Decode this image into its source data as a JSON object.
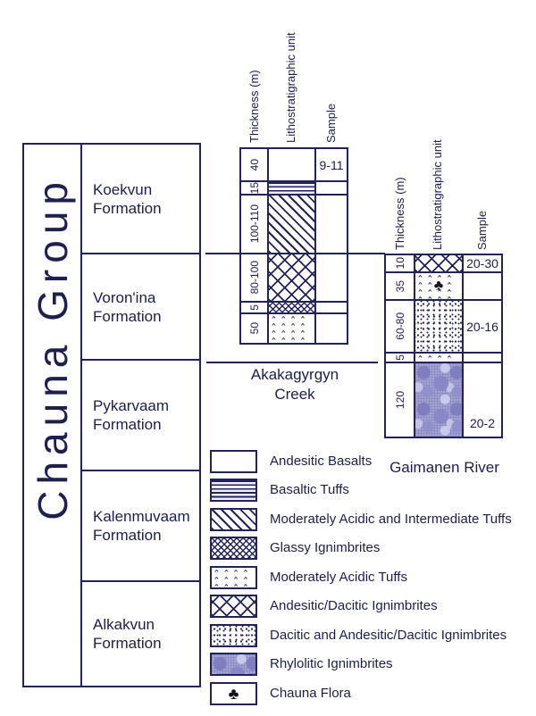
{
  "figure": {
    "group_table": {
      "group_label": "Chauna Group",
      "formations": [
        {
          "name": "Koekvun Formation"
        },
        {
          "name": "Voron'ina Formation"
        },
        {
          "name": "Pykarvaam Formation"
        },
        {
          "name": "Kalenmuvaam Formation"
        },
        {
          "name": "Alkakvun Formation"
        }
      ]
    },
    "sections": [
      {
        "title": "Akakagyrgyn Creek",
        "headers": {
          "thickness": "Thickness (m)",
          "unit": "Lithostratigraphic unit",
          "sample": "Sample"
        },
        "rows": [
          {
            "thickness": "40",
            "unit": "Andesitic Basalts",
            "sample": "9-11"
          },
          {
            "thickness": "15",
            "unit": "Basaltic Tuffs",
            "sample": ""
          },
          {
            "thickness": "100-110",
            "unit": "Moderately Acidic and Intermediate Tuffs",
            "sample": ""
          },
          {
            "thickness": "80-100",
            "unit": "Andesitic/Dacitic Ignimbrites",
            "sample": ""
          },
          {
            "thickness": "5",
            "unit": "Glassy Ignimbrites",
            "sample": ""
          },
          {
            "thickness": "50",
            "unit": "Moderately Acidic Tuffs",
            "sample": ""
          }
        ]
      },
      {
        "title": "Gaimanen River",
        "headers": {
          "thickness": "Thickness (m)",
          "unit": "Lithostratigraphic unit",
          "sample": "Sample"
        },
        "rows": [
          {
            "thickness": "10",
            "unit": "Andesitic/Dacitic Ignimbrites",
            "sample": "20-30"
          },
          {
            "thickness": "35",
            "unit": "Moderately Acidic Tuffs",
            "sample": "",
            "flora": "Chauna Flora"
          },
          {
            "thickness": "60-80",
            "unit": "Dacitic and Andesitic/Dacitic Ignimbrites",
            "sample": "20-16"
          },
          {
            "thickness": "5",
            "unit": "Moderately Acidic Tuffs",
            "sample": ""
          },
          {
            "thickness": "120",
            "unit": "Rhylolitic Ignimbrites",
            "sample": "20-2"
          }
        ]
      }
    ],
    "legend": {
      "flora_symbol": "♣",
      "items": [
        {
          "label": "Andesitic Basalts",
          "pattern": "white"
        },
        {
          "label": "Basaltic Tuffs",
          "pattern": "hlines"
        },
        {
          "label": "Moderately Acidic and Intermediate Tuffs",
          "pattern": "diag"
        },
        {
          "label": "Glassy Ignimbrites",
          "pattern": "xdense"
        },
        {
          "label": "Moderately Acidic Tuffs",
          "pattern": "carets"
        },
        {
          "label": "Andesitic/Dacitic Ignimbrites",
          "pattern": "xlarge"
        },
        {
          "label": "Dacitic and Andesitic/Dacitic Ignimbrites",
          "pattern": "dots"
        },
        {
          "label": "Rhylolitic Ignimbrites",
          "pattern": "rhyolite"
        },
        {
          "label": "Chauna Flora",
          "pattern": "flora"
        }
      ]
    },
    "colors": {
      "ink": "#23235c",
      "rhyolite": "#a4a4d6",
      "flora": "#15151e"
    }
  }
}
